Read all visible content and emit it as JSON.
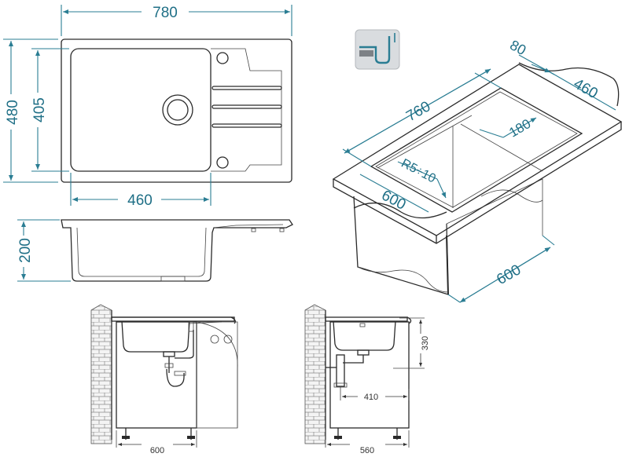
{
  "dimensions": {
    "width_total": "780",
    "height_total": "480",
    "bowl_height": "405",
    "bowl_width": "460",
    "depth": "200",
    "iso_length": "760",
    "iso_drainer": "80",
    "iso_width": "460",
    "iso_bowl": "180",
    "iso_radius": "R5÷10",
    "iso_front": "600",
    "iso_cabinet": "600",
    "front_cabinet": "600",
    "side_cabinet": "560",
    "side_height": "330",
    "side_trap": "410"
  },
  "colors": {
    "dimension": "#2a7d93",
    "outline": "#2a2a2a",
    "icon_bg": "#d9dcdf"
  },
  "icons": {
    "mounting": "inset-mounting-icon"
  }
}
